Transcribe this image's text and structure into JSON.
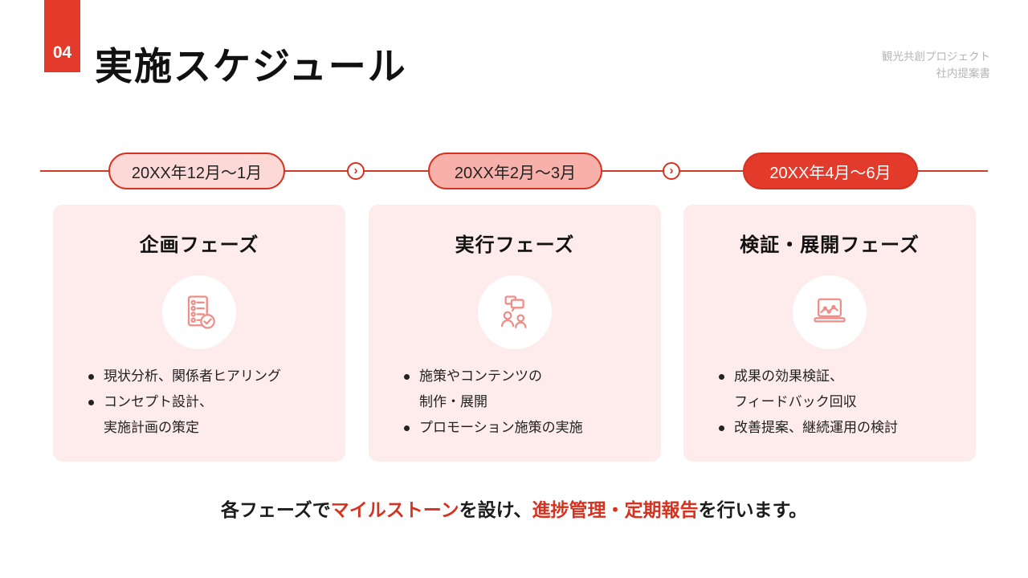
{
  "slide": {
    "badge_number": "04",
    "title": "実施スケジュール",
    "project_line1": "観光共創プロジェクト",
    "project_line2": "社内提案書"
  },
  "timeline": {
    "arrow_glyph": "›",
    "periods": [
      {
        "label": "20XX年12月〜1月"
      },
      {
        "label": "20XX年2月〜3月"
      },
      {
        "label": "20XX年4月〜6月"
      }
    ]
  },
  "phases": [
    {
      "title": "企画フェーズ",
      "icon": "checklist-icon",
      "bullets": [
        "現状分析、関係者ヒアリング",
        "コンセプト設計、\n実施計画の策定"
      ]
    },
    {
      "title": "実行フェーズ",
      "icon": "people-discussion-icon",
      "bullets": [
        "施策やコンテンツの\n制作・展開",
        "プロモーション施策の実施"
      ]
    },
    {
      "title": "検証・展開フェーズ",
      "icon": "laptop-chart-icon",
      "bullets": [
        "成果の効果検証、\nフィードバック回収",
        "改善提案、継続運用の検討"
      ]
    }
  ],
  "footer": {
    "segments": [
      {
        "text": "各フェーズで",
        "emphasis": false
      },
      {
        "text": "マイルストーン",
        "emphasis": true
      },
      {
        "text": "を設け、",
        "emphasis": false
      },
      {
        "text": "進捗管理・定期報告",
        "emphasis": true
      },
      {
        "text": "を行います。",
        "emphasis": false
      }
    ]
  },
  "colors": {
    "primary_red": "#e23a2b",
    "pill_light_bg": "#fcd9d6",
    "pill_medium_bg": "#f8b1aa",
    "pill_solid_bg": "#e23a2b",
    "card_bg": "#fdeceb",
    "icon_stroke": "#ef8e88",
    "muted_text": "#b5b5b5",
    "body_text": "#1c1c1c"
  }
}
